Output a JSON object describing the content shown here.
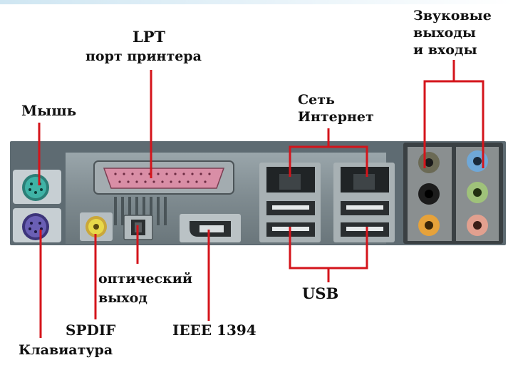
{
  "labels": {
    "lpt_title": "LPT",
    "lpt_sub": "порт принтера",
    "audio": "Звуковые\nвыходы\nи входы",
    "mouse": "Мышь",
    "network": "Сеть\nИнтернет",
    "optical": "оптический\nвыход",
    "usb": "USB",
    "spdif": "SPDIF",
    "ieee": "IEEE 1394",
    "keyboard": "Клавиатура"
  },
  "colors": {
    "leader_line": "#d4141b",
    "mouse_port": "#3fb3a6",
    "keyboard_port": "#6a5fb5",
    "lpt_port": "#d98ea6",
    "spdif_port": "#e8d94a",
    "audio_blue": "#6fa8d8",
    "audio_green": "#9fc27a",
    "audio_pink": "#e2a08f",
    "audio_orange": "#e6a23a"
  }
}
